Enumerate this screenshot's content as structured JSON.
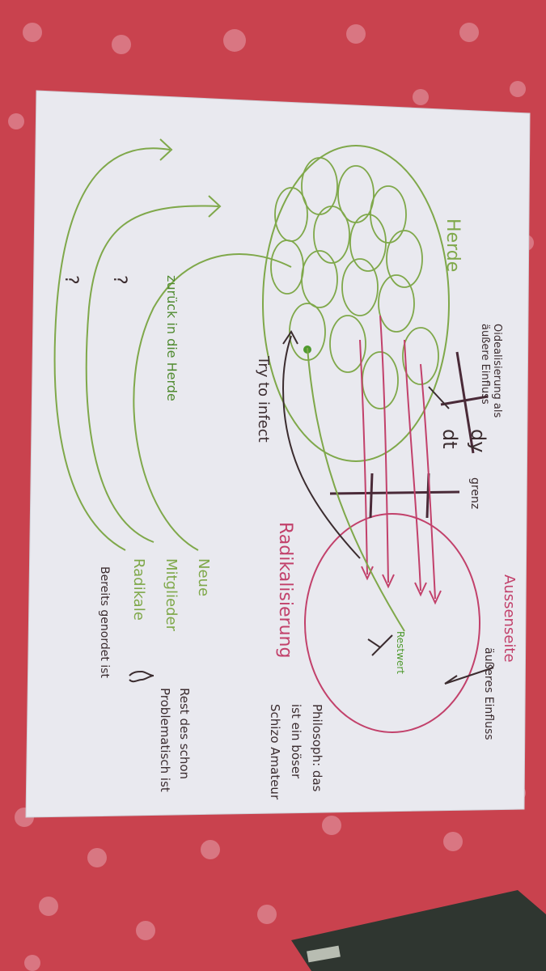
{
  "photo": {
    "tablecloth_color": "#c9424e",
    "paper_color": "#e9e9ef",
    "green_ink": "#7fa84a",
    "pink_ink": "#c2416b",
    "dark_ink": "#3b2c2f"
  },
  "sheet": {
    "herde_label": "Herde",
    "innerhalb_label": "Oidealisierung als äußere Einfluss",
    "dydt_numerator": "dy",
    "dydt_denominator": "dt",
    "grenze_label": "grenz",
    "aussenseite_label": "Aussenseite",
    "aussenseite_sub": "äußeres Einfluss",
    "try_infect_label": "Try to infect",
    "zurueck_label": "zurück in die Herde",
    "radikalisierung_label": "Radikalisierung",
    "philosoph_label": "Philosoph: das ist ein böser Schizo Amateur",
    "restwert_label": "Restwert",
    "neue_label": "Neue",
    "mitglieder_label": "Mitglieder",
    "radikale_label": "Radikale",
    "bereits_label": "Bereits genordet ist",
    "rest_label": "Rest des schon Problematisch ist",
    "question_1": "?",
    "question_2": "?"
  }
}
